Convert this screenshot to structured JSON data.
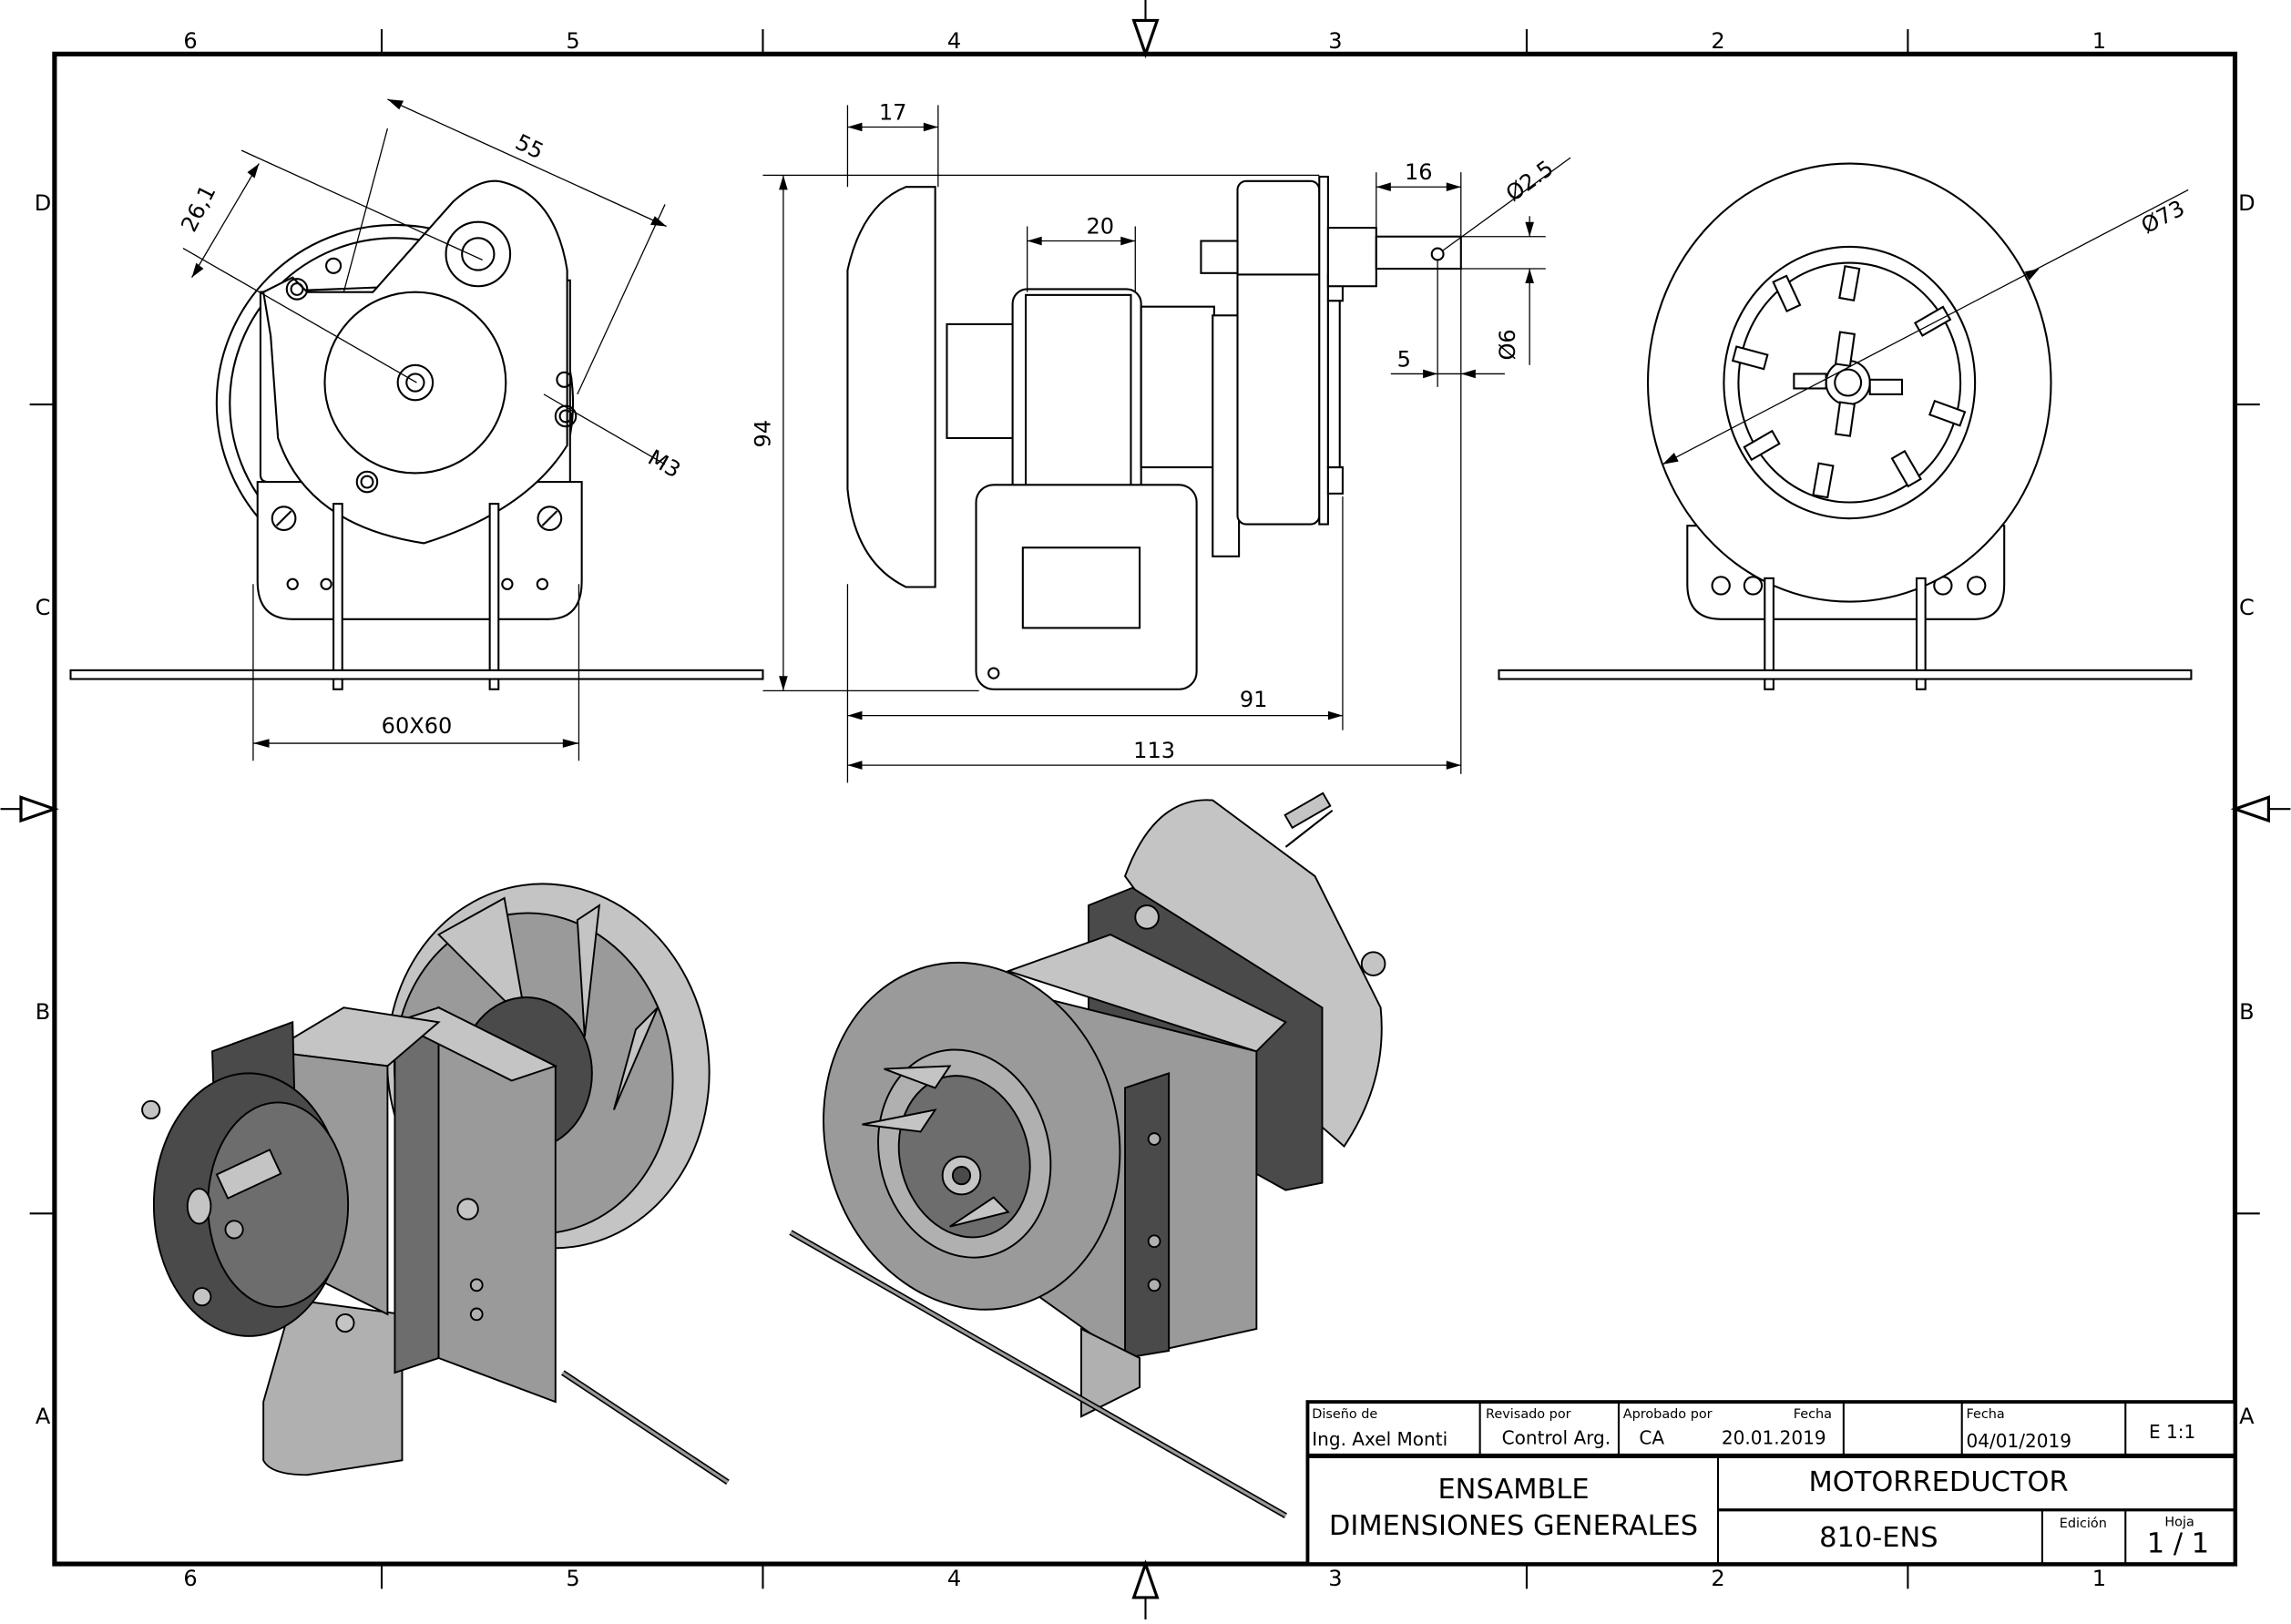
{
  "sheet": {
    "zones": {
      "columns": [
        "6",
        "5",
        "4",
        "3",
        "2",
        "1"
      ],
      "rows": [
        "D",
        "C",
        "B",
        "A"
      ]
    }
  },
  "front_view": {
    "dimensions": {
      "d1": "55",
      "d2": "26,1",
      "thread": "M3",
      "mount": "60X60"
    }
  },
  "side_view": {
    "dimensions": {
      "fan_depth": "17",
      "height": "94",
      "coil_width": "20",
      "shaft_length": "16",
      "pin_hole": "Ø2.5",
      "shaft_diameter": "Ø6",
      "pin_offset": "5",
      "body_length": "91",
      "overall_length": "113"
    }
  },
  "rear_view": {
    "dimensions": {
      "fan_diameter": "Ø73"
    }
  },
  "title_block": {
    "design_label": "Diseño de",
    "design_value": "Ing. Axel Monti",
    "review_label": "Revisado por",
    "review_value": "Control Arg.",
    "approved_label": "Aprobado por",
    "approved_value": "CA",
    "date1_label": "Fecha",
    "date1_value": "20.01.2019",
    "date2_label": "Fecha",
    "date2_value": "04/01/2019",
    "scale": "E 1:1",
    "title_line1": "ENSAMBLE",
    "title_line2": "DIMENSIONES GENERALES",
    "part_name": "MOTORREDUCTOR",
    "drawing_number": "810-ENS",
    "edition_label": "Edición",
    "sheet_label": "Hoja",
    "sheet_value": "1 / 1"
  }
}
